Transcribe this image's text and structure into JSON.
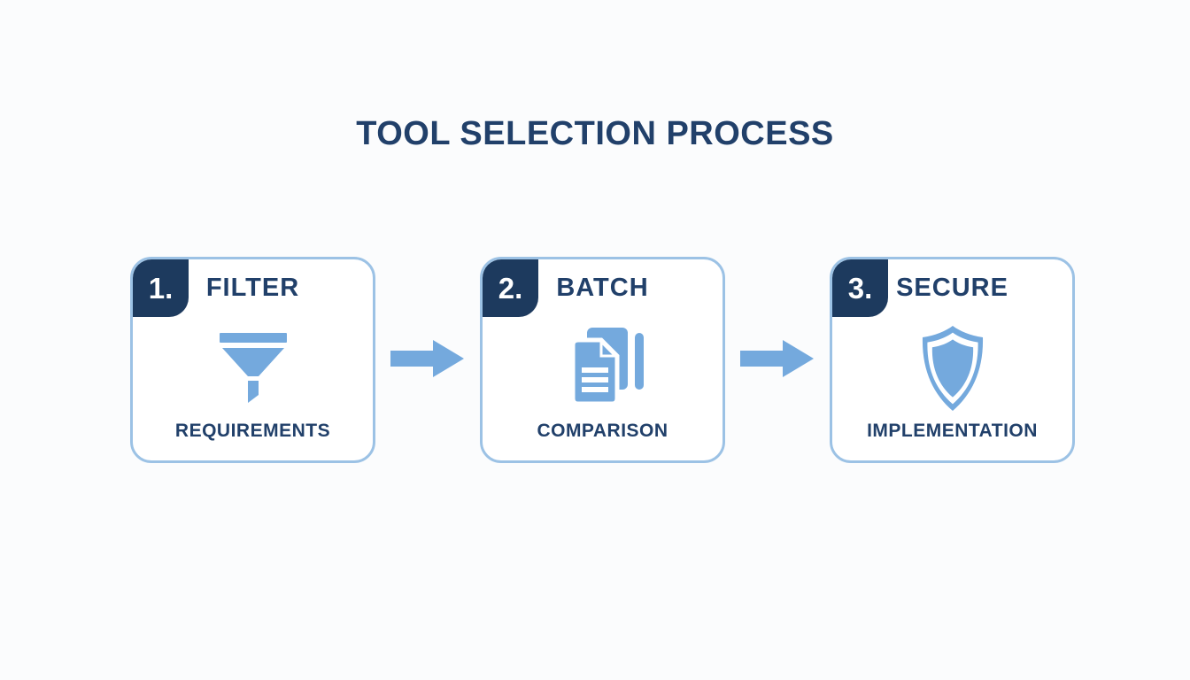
{
  "title": "TOOL SELECTION PROCESS",
  "colors": {
    "background": "#fbfcfd",
    "navy": "#21406a",
    "badge_navy": "#1d3a5e",
    "icon_blue": "#74a9dd",
    "border_blue": "#9cc2e5",
    "card_bg": "#ffffff"
  },
  "steps": [
    {
      "number": "1.",
      "title": "FILTER",
      "icon": "funnel-icon",
      "label": "REQUIREMENTS"
    },
    {
      "number": "2.",
      "title": "BATCH",
      "icon": "documents-icon",
      "label": "COMPARISON"
    },
    {
      "number": "3.",
      "title": "SECURE",
      "icon": "shield-icon",
      "label": "IMPLEMENTATION"
    }
  ]
}
